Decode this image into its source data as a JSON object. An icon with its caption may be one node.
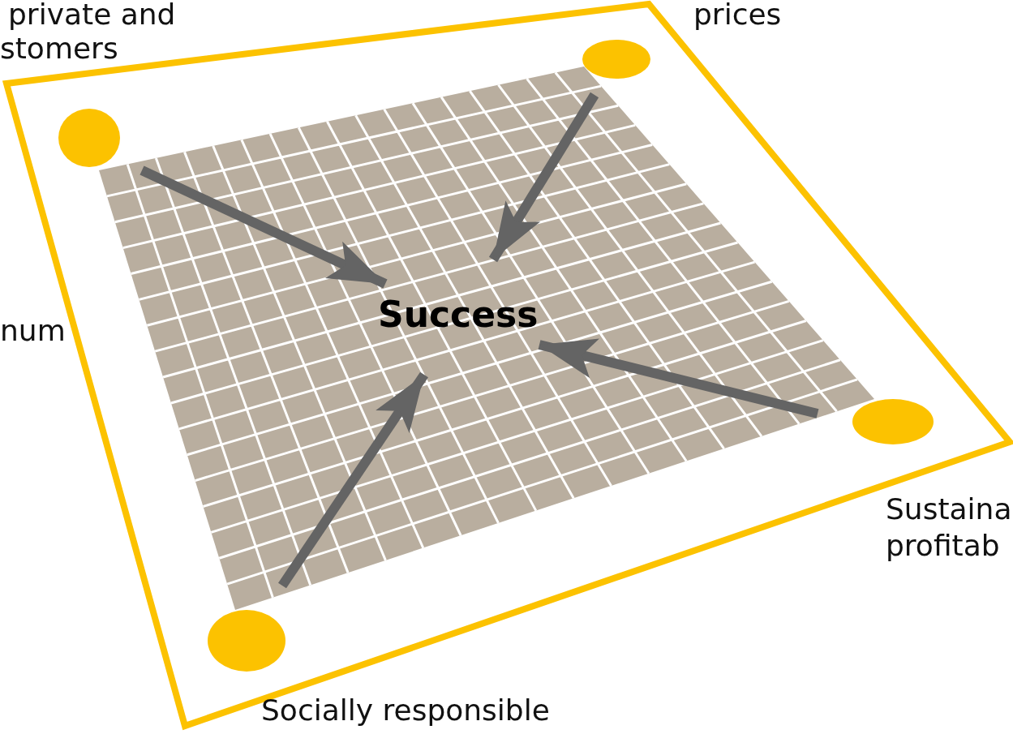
{
  "diagram": {
    "nodes": [
      {
        "text": [
          "Success"
        ]
      },
      {
        "text": [],
        "shape": "circle",
        "beside": [
          "private and",
          "stomers"
        ]
      },
      {
        "text": [],
        "shape": "circle",
        "beside": [
          "prices"
        ]
      },
      {
        "text": [],
        "shape": "circle",
        "beside": [
          "Sustaina",
          "profitab"
        ]
      },
      {
        "text": [],
        "shape": "circle",
        "beside": [
          "Socially responsible"
        ]
      }
    ],
    "edges": [
      {
        "from": 1,
        "to": 0,
        "arrow": "to"
      },
      {
        "from": 2,
        "to": 0,
        "arrow": "to"
      },
      {
        "from": 3,
        "to": 0,
        "arrow": "to"
      },
      {
        "from": 4,
        "to": 0,
        "arrow": "to"
      }
    ],
    "labels": [
      "num"
    ]
  }
}
